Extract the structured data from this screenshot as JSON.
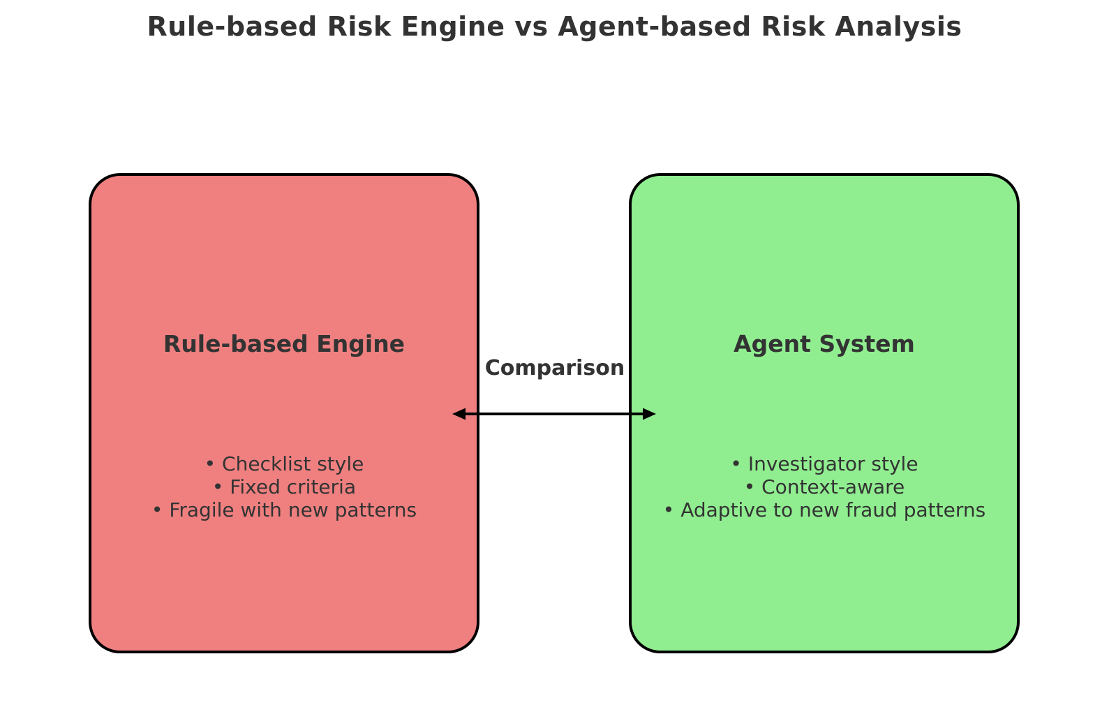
{
  "page_title": "Rule-based Risk Engine vs Agent-based Risk Analysis",
  "comparison": {
    "label": "Comparison",
    "arrow_icon": "double-headed-arrow"
  },
  "boxes": {
    "left": {
      "title": "Rule-based Engine",
      "bullets": [
        "• Checklist style",
        "• Fixed criteria",
        "• Fragile with new patterns"
      ],
      "fill_color": "#F08080"
    },
    "right": {
      "title": "Agent System",
      "bullets": [
        "• Investigator style",
        "• Context-aware",
        "• Adaptive to new fraud patterns"
      ],
      "fill_color": "#90EE90"
    }
  },
  "colors": {
    "text": "#333333",
    "outline": "#000000",
    "background": "#FFFFFF"
  }
}
